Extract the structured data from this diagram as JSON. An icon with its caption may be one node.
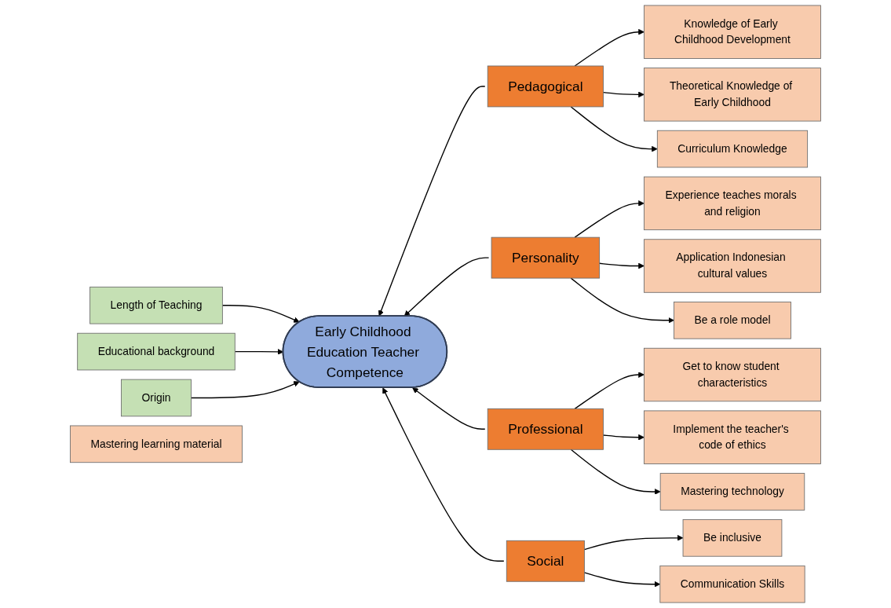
{
  "diagram": {
    "nodes": [
      {
        "text": [
          "Knowledge of Early Childhood Development"
        ]
      },
      {
        "text": [
          "Theoretical Knowledge of Early Childhood"
        ]
      },
      {
        "text": [
          "Curriculum Knowledge"
        ]
      },
      {
        "text": [
          "Personality"
        ]
      },
      {
        "text": [
          "Length of Teaching"
        ]
      },
      {
        "text": [
          "Pedagogical"
        ]
      },
      {
        "text": [
          "Experience teaches morals and religion"
        ]
      },
      {
        "text": [
          "Educational background"
        ]
      },
      {
        "text": [
          "Early Childhood Education Teacher Competence"
        ]
      },
      {
        "text": [
          "Application Indonesian cultural values"
        ]
      },
      {
        "text": [
          "Origin"
        ]
      },
      {
        "text": [
          "Be a role model"
        ]
      },
      {
        "text": [
          "Professional"
        ]
      },
      {
        "text": [
          "Get to know student characteristics"
        ]
      },
      {
        "text": [
          "Social"
        ]
      },
      {
        "text": [
          "Mastering learning material"
        ]
      },
      {
        "text": [
          "Be inclusive"
        ]
      },
      {
        "text": [
          "Implement the teacher's code of ethics"
        ]
      },
      {
        "text": [
          "Communication Skills"
        ]
      },
      {
        "text": [
          "Mastering technology"
        ]
      }
    ],
    "edges": [
      {
        "from": 5,
        "to": 0,
        "arrow": "to"
      },
      {
        "from": 5,
        "to": 1,
        "arrow": "to"
      },
      {
        "from": 5,
        "to": 2,
        "arrow": "to"
      },
      {
        "from": 5,
        "to": 8,
        "arrow": "to"
      },
      {
        "from": 4,
        "to": 8,
        "arrow": "to"
      },
      {
        "from": 7,
        "to": 8,
        "arrow": "to"
      },
      {
        "from": 10,
        "to": 8,
        "arrow": "to"
      },
      {
        "from": 3,
        "to": 8,
        "arrow": "to"
      },
      {
        "from": 3,
        "to": 6,
        "arrow": "to"
      },
      {
        "from": 3,
        "to": 9,
        "arrow": "to"
      },
      {
        "from": 3,
        "to": 11,
        "arrow": "to"
      },
      {
        "from": 12,
        "to": 8,
        "arrow": "to"
      },
      {
        "from": 12,
        "to": 13,
        "arrow": "to"
      },
      {
        "from": 12,
        "to": 17,
        "arrow": "to"
      },
      {
        "from": 12,
        "to": 19,
        "arrow": "to"
      },
      {
        "from": 14,
        "to": 8,
        "arrow": "to"
      },
      {
        "from": 14,
        "to": 16,
        "arrow": "to"
      },
      {
        "from": 14,
        "to": 18,
        "arrow": "to"
      }
    ]
  }
}
